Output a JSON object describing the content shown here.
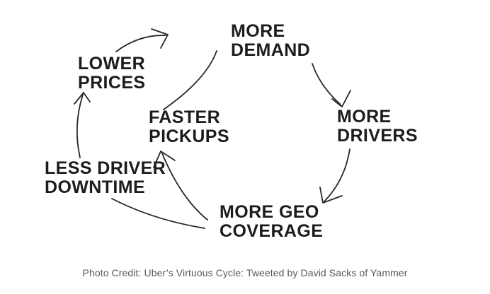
{
  "diagram": {
    "name": "ubers-virtuous-cycle",
    "nodes": [
      {
        "id": "more-demand",
        "lines": [
          "MORE",
          "DEMAND"
        ]
      },
      {
        "id": "more-drivers",
        "lines": [
          "MORE",
          "DRIVERS"
        ]
      },
      {
        "id": "more-geo-coverage",
        "lines": [
          "MORE GEO",
          "COVERAGE"
        ]
      },
      {
        "id": "faster-pickups",
        "lines": [
          "FASTER",
          "PICKUPS"
        ]
      },
      {
        "id": "less-driver-downtime",
        "lines": [
          "LESS DRIVER",
          "DOWNTIME"
        ]
      },
      {
        "id": "lower-prices",
        "lines": [
          "LOWER",
          "PRICES"
        ]
      }
    ],
    "edges": [
      {
        "from": "lower-prices",
        "to": "more-demand",
        "arrowhead": true
      },
      {
        "from": "more-demand",
        "to": "more-drivers",
        "arrowhead": true
      },
      {
        "from": "more-drivers",
        "to": "more-geo-coverage",
        "arrowhead": true
      },
      {
        "from": "more-geo-coverage",
        "to": "faster-pickups",
        "arrowhead": true
      },
      {
        "from": "faster-pickups",
        "to": "more-demand",
        "arrowhead": false
      },
      {
        "from": "more-geo-coverage",
        "to": "less-driver-downtime",
        "arrowhead": false
      },
      {
        "from": "less-driver-downtime",
        "to": "lower-prices",
        "arrowhead": true
      }
    ]
  },
  "caption": "Photo Credit: Uber’s Virtuous Cycle: Tweeted by David Sacks of Yammer",
  "colors": {
    "background": "#ffffff",
    "ink": "#1c1c1c",
    "arrow": "#262626",
    "caption": "#575757"
  }
}
